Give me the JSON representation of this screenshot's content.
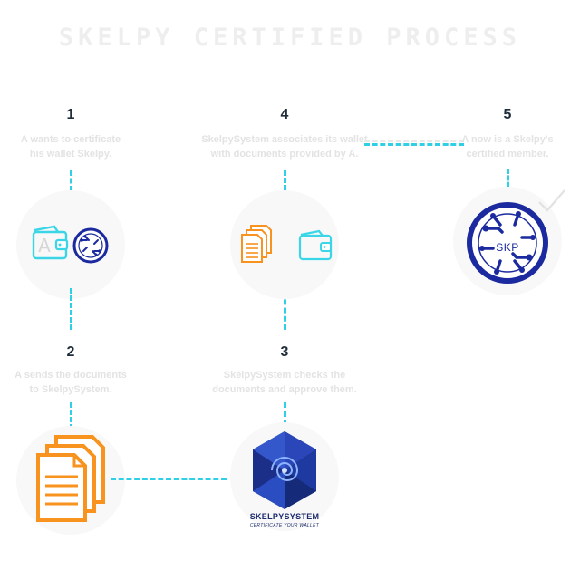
{
  "title": "SKELPY CERTIFIED PROCESS",
  "steps": [
    {
      "number": "1",
      "text_line1": "A wants to certificate",
      "text_line2": "his wallet Skelpy."
    },
    {
      "number": "2",
      "text_line1": "A sends the documents",
      "text_line2": "to SkelpySystem."
    },
    {
      "number": "3",
      "text_line1": "SkelpySystem checks the",
      "text_line2": "documents and approve them."
    },
    {
      "number": "4",
      "text_line1": "SkelpySystem associates its wallet",
      "text_line2": "with documents provided by A."
    },
    {
      "number": "5",
      "text_line1": "A now is a Skelpy's",
      "text_line2": "certified member."
    }
  ],
  "wallet_letter": "A",
  "skp_logo_text": "SKP",
  "brand": {
    "name": "SKELPYSYSTEM",
    "tagline": "CERTIFICATE YOUR WALLET"
  },
  "colors": {
    "accent": "#2fd0e6",
    "documents": "#f7931e",
    "wallet": "#3ad6e8",
    "navy": "#1b2a9e"
  },
  "icons": [
    "wallet-icon",
    "skp-coin-icon",
    "documents-icon",
    "skelpysystem-logo-icon",
    "checkmark-icon"
  ]
}
